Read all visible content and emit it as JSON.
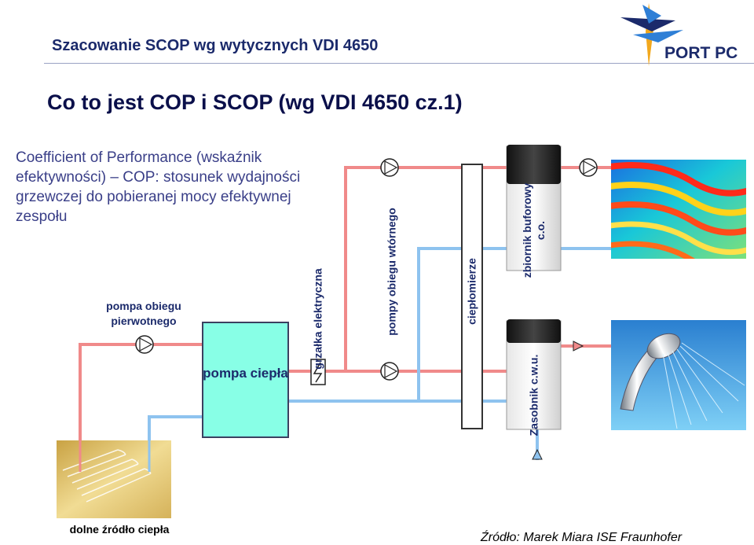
{
  "header": {
    "title": "Szacowanie SCOP wg wytycznych VDI 4650",
    "logo_text": "PORT PC"
  },
  "main_title": "Co to jest COP i SCOP (wg VDI 4650 cz.1)",
  "definition": "Coefficient of Performance (wskaźnik efektywności) – COP: stosunek wydajności grzewczej do pobieranej mocy efektywnej zespołu",
  "diagram": {
    "primary_pump_label": "pompa obiegu pierwotnego",
    "heat_pump_label": "pompa ciepła",
    "electric_heater_label": "grzałka elektryczna",
    "secondary_pumps_label": "pompy obiegu wtórnego",
    "heat_meters_label": "ciepłomierze",
    "buffer_tank_label": "zbiornik buforowy c.o.",
    "dhw_tank_label": "Zasobnik c.w.u.",
    "ground_source_label": "dolne źródło ciepła",
    "colors": {
      "supply_pipe": "#f08a8a",
      "return_pipe": "#8ec3ef",
      "heat_pump_fill": "#88ffe6"
    }
  },
  "credit": "Źródło: Marek Miara ISE Fraunhofer"
}
